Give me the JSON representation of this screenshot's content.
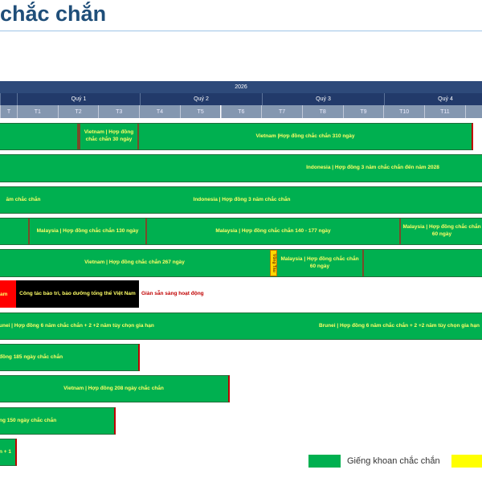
{
  "title": "chắc chắn",
  "timeline": {
    "year": "2026",
    "quarters": [
      "Quý 1",
      "Quý 2",
      "Quý 3",
      "Quý 4"
    ],
    "months": [
      "T",
      "T1",
      "T2",
      "T3",
      "T4",
      "T5",
      "T6",
      "T7",
      "T8",
      "T9",
      "T10",
      "T11"
    ]
  },
  "rows": {
    "r1": {
      "a": "Vietnam | Hợp đồng chắc chắn 30 ngày",
      "b": "Vietnam |Hợp đồng chắc chắn 310 ngày"
    },
    "r2": {
      "a": "Indonesia | Hợp đồng 3 năm chắc chắn đến năm 2028"
    },
    "r3": {
      "a": "ăm chắc chắn",
      "b": "Indonesia | Hợp đồng 3 năm chắc chắn"
    },
    "r4": {
      "a": "Malaysia | Hợp đồng chắc chắn 130 ngày",
      "b": "Malaysia | Hợp đồng chắc chắn 140 - 177 ngày",
      "c": "Malaysia | Hợp đồng chắc chắn 60 ngày"
    },
    "r5": {
      "a": "Vietnam | Hợp đồng chắc chắn 267 ngày",
      "tag": "Vũng Tàu",
      "b": "Malaysia | Hợp đồng chắc chắn 60 ngày"
    },
    "r6": {
      "red": "am",
      "black": "Công tác bảo trì, bảo dưỡng tổng thể Việt Nam",
      "ready": "Giàn sẵn sàng hoạt động"
    },
    "r7": {
      "a": "unei | Hợp đồng 6 năm chắc chắn + 2 +2 năm tùy chọn gia hạn",
      "b": "Brunei | Hợp đồng 6 năm chắc chắn + 2 +2 năm tùy chọn gia hạn"
    },
    "r8": {
      "a": "đồng 185 ngày chắc chắn"
    },
    "r9": {
      "a": "Vietnam | Hợp đồng 208 ngày chắc chắn"
    },
    "r10": {
      "a": "ng 150 ngày chắc chắn"
    },
    "r11": {
      "a": "n + 1"
    }
  },
  "legend": {
    "firm": "Giếng khoan chắc chắn"
  },
  "colors": {
    "firm": "#00b050",
    "option": "#ffff00"
  }
}
